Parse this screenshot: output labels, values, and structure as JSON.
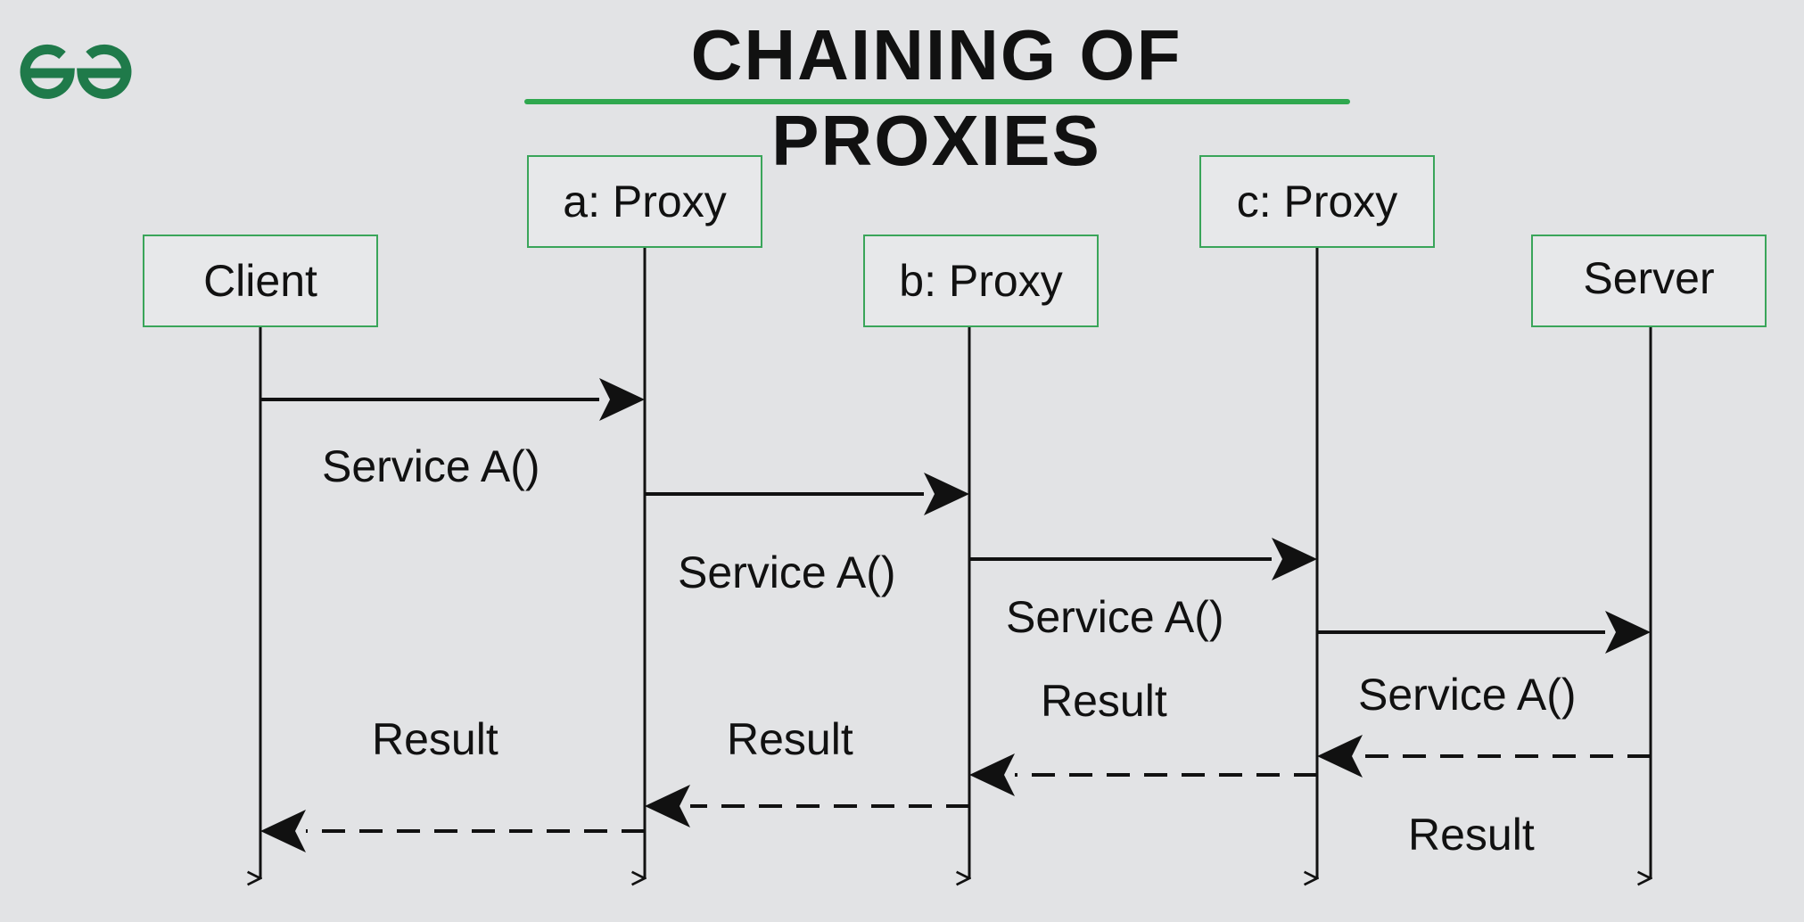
{
  "title": "CHAINING OF PROXIES",
  "logo_icon": "geeksforgeeks-logo-icon",
  "colors": {
    "background": "#e2e3e5",
    "accent_green": "#2fa84f",
    "logo_green": "#1f7a4a",
    "line": "#111111"
  },
  "participants": [
    {
      "label": "Client"
    },
    {
      "label": "a: Proxy"
    },
    {
      "label": "b: Proxy"
    },
    {
      "label": "c: Proxy"
    },
    {
      "label": "Server"
    }
  ],
  "messages": [
    {
      "from": "Client",
      "to": "a: Proxy",
      "label": "Service A()",
      "style": "solid"
    },
    {
      "from": "a: Proxy",
      "to": "b: Proxy",
      "label": "Service A()",
      "style": "solid"
    },
    {
      "from": "b: Proxy",
      "to": "c: Proxy",
      "label": "Service A()",
      "style": "solid"
    },
    {
      "from": "c: Proxy",
      "to": "Server",
      "label": "Service A()",
      "style": "solid"
    },
    {
      "from": "Server",
      "to": "c: Proxy",
      "label": "Result",
      "style": "dashed"
    },
    {
      "from": "c: Proxy",
      "to": "b: Proxy",
      "label": "Result",
      "style": "dashed"
    },
    {
      "from": "b: Proxy",
      "to": "a: Proxy",
      "label": "Result",
      "style": "dashed"
    },
    {
      "from": "a: Proxy",
      "to": "Client",
      "label": "Result",
      "style": "dashed"
    }
  ]
}
